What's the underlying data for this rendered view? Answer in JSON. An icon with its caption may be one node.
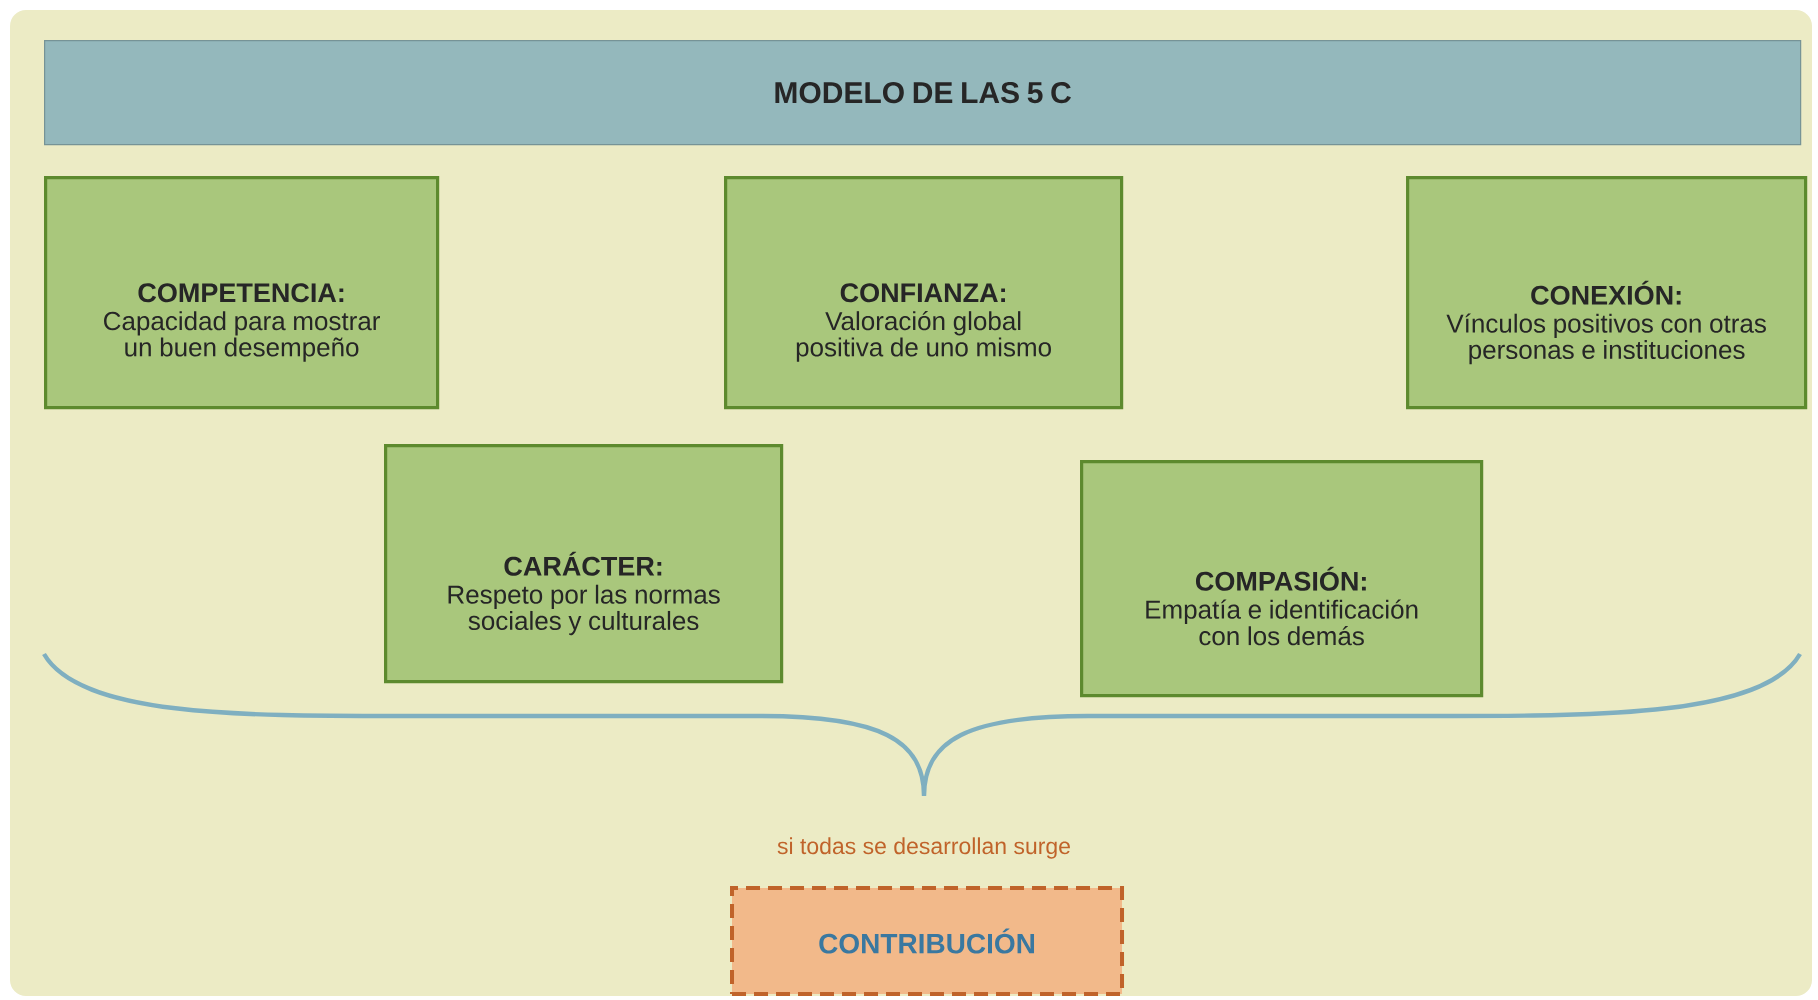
{
  "diagram": {
    "nodes": [
      {
        "text": [
          "MODELO DE LAS 5 C"
        ]
      },
      {
        "text": [
          "COMPETENCIA:",
          "Capacidad para mostrar un buen desempeño"
        ]
      },
      {
        "text": [
          "CONFIANZA:",
          "Valoración global positiva de uno mismo"
        ]
      },
      {
        "text": [
          "CONEXIÓN:",
          "Vínculos positivos con otras personas e instituciones"
        ]
      },
      {
        "text": [
          "CARÁCTER:",
          "Respeto por las normas sociales y culturales"
        ]
      },
      {
        "text": [
          "COMPASIÓN:",
          "Empatía e identificación con los demás"
        ]
      },
      {
        "text": [
          "CONTRIBUCIÓN"
        ]
      }
    ],
    "labels": [
      "si todas se desarrollan surge"
    ]
  }
}
